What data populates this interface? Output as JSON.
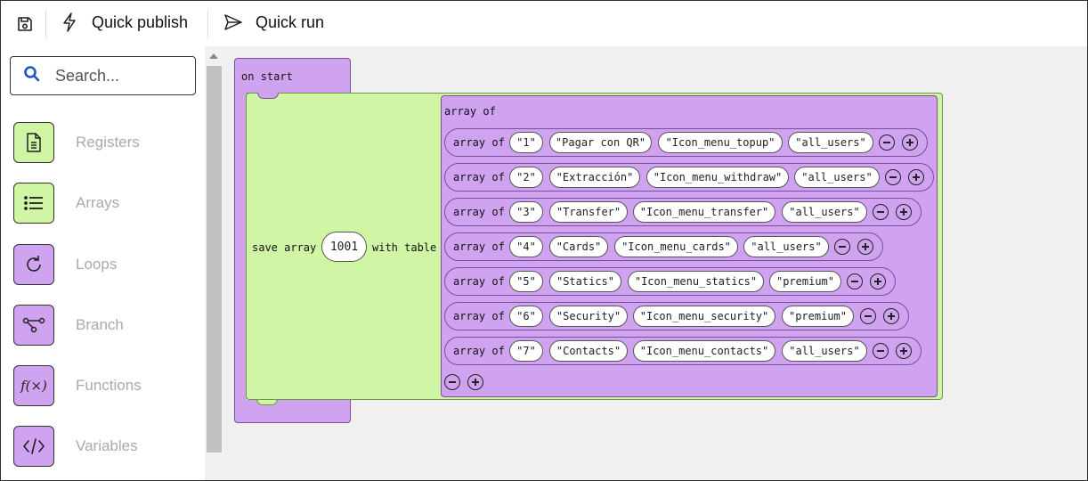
{
  "toolbar": {
    "quick_publish": "Quick publish",
    "quick_run": "Quick run"
  },
  "sidebar": {
    "search_placeholder": "Search...",
    "categories": [
      {
        "label": "Registers",
        "icon": "document-icon",
        "color": "#cff5a5"
      },
      {
        "label": "Arrays",
        "icon": "list-icon",
        "color": "#cff5a5"
      },
      {
        "label": "Loops",
        "icon": "loop-icon",
        "color": "#d0a3f0"
      },
      {
        "label": "Branch",
        "icon": "branch-icon",
        "color": "#d0a3f0"
      },
      {
        "label": "Functions",
        "icon": "function-icon",
        "color": "#d0a3f0"
      },
      {
        "label": "Variables",
        "icon": "code-icon",
        "color": "#d0a3f0"
      }
    ]
  },
  "workspace": {
    "on_start": "on start",
    "save_array": "save array",
    "table_id": "1001",
    "with_table": "with table",
    "array_of": "array of",
    "rows": [
      {
        "label": "array of",
        "values": [
          "\"1\"",
          "\"Pagar con QR\"",
          "\"Icon_menu_topup\"",
          "\"all_users\""
        ]
      },
      {
        "label": "array of",
        "values": [
          "\"2\"",
          "\"Extracción\"",
          "\"Icon_menu_withdraw\"",
          "\"all_users\""
        ]
      },
      {
        "label": "array of",
        "values": [
          "\"3\"",
          "\"Transfer\"",
          "\"Icon_menu_transfer\"",
          "\"all_users\""
        ]
      },
      {
        "label": "array of",
        "values": [
          "\"4\"",
          "\"Cards\"",
          "\"Icon_menu_cards\"",
          "\"all_users\""
        ]
      },
      {
        "label": "array of",
        "values": [
          "\"5\"",
          "\"Statics\"",
          "\"Icon_menu_statics\"",
          "\"premium\""
        ]
      },
      {
        "label": "array of",
        "values": [
          "\"6\"",
          "\"Security\"",
          "\"Icon_menu_security\"",
          "\"premium\""
        ]
      },
      {
        "label": "array of",
        "values": [
          "\"7\"",
          "\"Contacts\"",
          "\"Icon_menu_contacts\"",
          "\"all_users\""
        ]
      }
    ]
  },
  "colors": {
    "purple_block": "#d0a3f0",
    "green_block": "#cff5a5",
    "search_icon": "#1a56c4"
  }
}
